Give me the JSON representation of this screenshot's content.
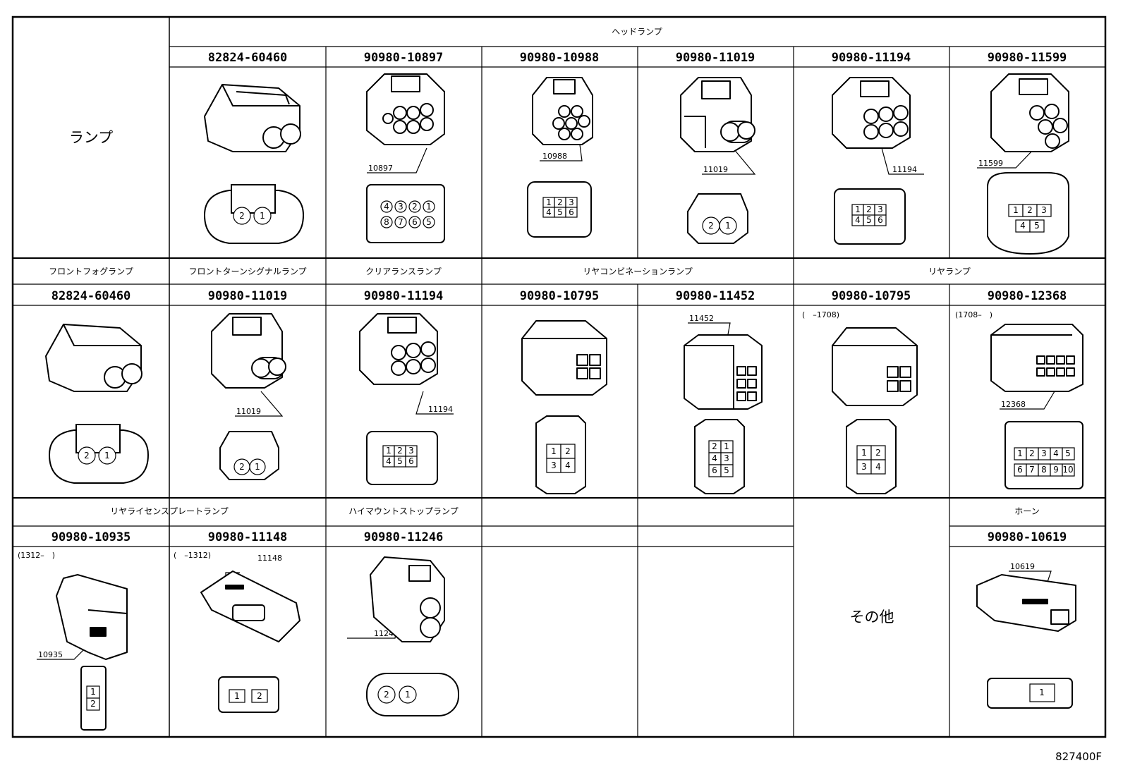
{
  "category": "ランプ",
  "other_label": "その他",
  "figure_id": "827400F",
  "groups": {
    "headlamp": "ヘッドランプ",
    "front_fog": "フロントフォグランプ",
    "front_turn": "フロントターンシグナルランプ",
    "clearance": "クリアランスランプ",
    "rear_combination": "リヤコンビネーションランプ",
    "rear": "リヤランプ",
    "license": "リヤライセンスプレートランプ",
    "high_mount": "ハイマウントストップランプ",
    "horn": "ホーン"
  },
  "connectors": [
    {
      "part_no": "82824-60460",
      "pins": [
        [
          "2",
          "1"
        ]
      ]
    },
    {
      "part_no": "90980-10897",
      "callout": "10897",
      "pins": [
        [
          "4",
          "3",
          "2",
          "1"
        ],
        [
          "8",
          "7",
          "6",
          "5"
        ]
      ]
    },
    {
      "part_no": "90980-10988",
      "callout": "10988",
      "pins": [
        [
          "1",
          "2",
          "3"
        ],
        [
          "4",
          "5",
          "6"
        ]
      ]
    },
    {
      "part_no": "90980-11019",
      "callout": "11019",
      "pins": [
        [
          "2",
          "1"
        ]
      ]
    },
    {
      "part_no": "90980-11194",
      "callout": "11194",
      "pins": [
        [
          "1",
          "2",
          "3"
        ],
        [
          "4",
          "5",
          "6"
        ]
      ]
    },
    {
      "part_no": "90980-11599",
      "callout": "11599",
      "pins": [
        [
          "1",
          "2",
          "3"
        ],
        [
          "4",
          "5"
        ]
      ]
    },
    {
      "part_no": "82824-60460",
      "pins": [
        [
          "2",
          "1"
        ]
      ]
    },
    {
      "part_no": "90980-11019",
      "callout": "11019",
      "pins": [
        [
          "2",
          "1"
        ]
      ]
    },
    {
      "part_no": "90980-11194",
      "callout": "11194",
      "pins": [
        [
          "1",
          "2",
          "3"
        ],
        [
          "4",
          "5",
          "6"
        ]
      ]
    },
    {
      "part_no": "90980-10795",
      "pins": [
        [
          "1",
          "2"
        ],
        [
          "3",
          "4"
        ]
      ]
    },
    {
      "part_no": "90980-11452",
      "callout": "11452",
      "pins": [
        [
          "2",
          "1"
        ],
        [
          "4",
          "3"
        ],
        [
          "6",
          "5"
        ]
      ]
    },
    {
      "part_no": "90980-10795",
      "date_range": "(　–1708)",
      "pins": [
        [
          "1",
          "2"
        ],
        [
          "3",
          "4"
        ]
      ]
    },
    {
      "part_no": "90980-12368",
      "callout": "12368",
      "date_range": "(1708–　)",
      "pins": [
        [
          "1",
          "2",
          "3",
          "4",
          "5"
        ],
        [
          "6",
          "7",
          "8",
          "9",
          "10"
        ]
      ]
    },
    {
      "part_no": "90980-10935",
      "callout": "10935",
      "date_range": "(1312–　)",
      "pins": [
        [
          "1"
        ],
        [
          "2"
        ]
      ]
    },
    {
      "part_no": "90980-11148",
      "callout": "11148",
      "date_range": "(　–1312)",
      "pins": [
        [
          "1",
          "2"
        ]
      ]
    },
    {
      "part_no": "90980-11246",
      "callout": "11246",
      "pins": [
        [
          "2",
          "1"
        ]
      ]
    },
    {
      "part_no": "90980-10619",
      "callout": "10619",
      "pins": [
        [
          "1"
        ]
      ]
    }
  ]
}
